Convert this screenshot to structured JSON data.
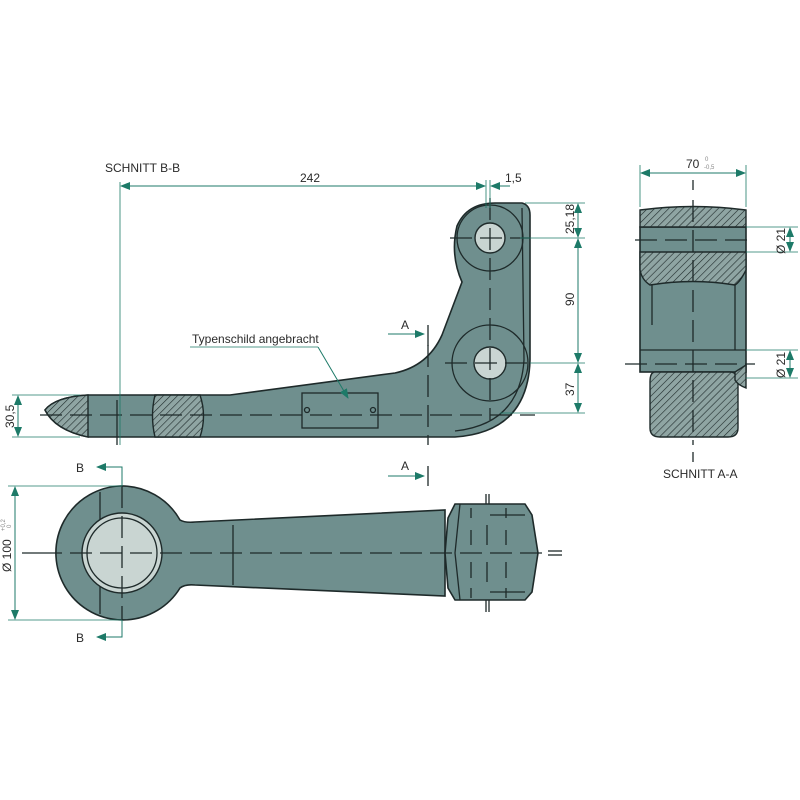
{
  "colors": {
    "part_fill": "#6f8f8e",
    "bore_fill": "#c9d5d2",
    "dimension_line": "#1d7a68",
    "outline": "#1e2a2a"
  },
  "section_bb": {
    "title": "SCHNITT B-B",
    "annotation": "Typenschild angebracht",
    "dim_length": "242",
    "dim_offset": "1,5",
    "dim_top": "25,18",
    "dim_center": "90",
    "dim_bottom": "37",
    "dim_thickness": "30,5",
    "marker_a_top": "A",
    "marker_a_bottom": "A"
  },
  "section_aa": {
    "title": "SCHNITT A-A",
    "dim_width": "70",
    "dim_width_tol_upper": "0",
    "dim_width_tol_lower": "-0,5",
    "dim_bore_top": "Ø 21",
    "dim_bore_bottom": "Ø 21"
  },
  "plan_view": {
    "dim_eye": "Ø 100",
    "dim_eye_tol_upper": "+0,2",
    "dim_eye_tol_lower": "0",
    "marker_b_top": "B",
    "marker_b_bottom": "B"
  }
}
